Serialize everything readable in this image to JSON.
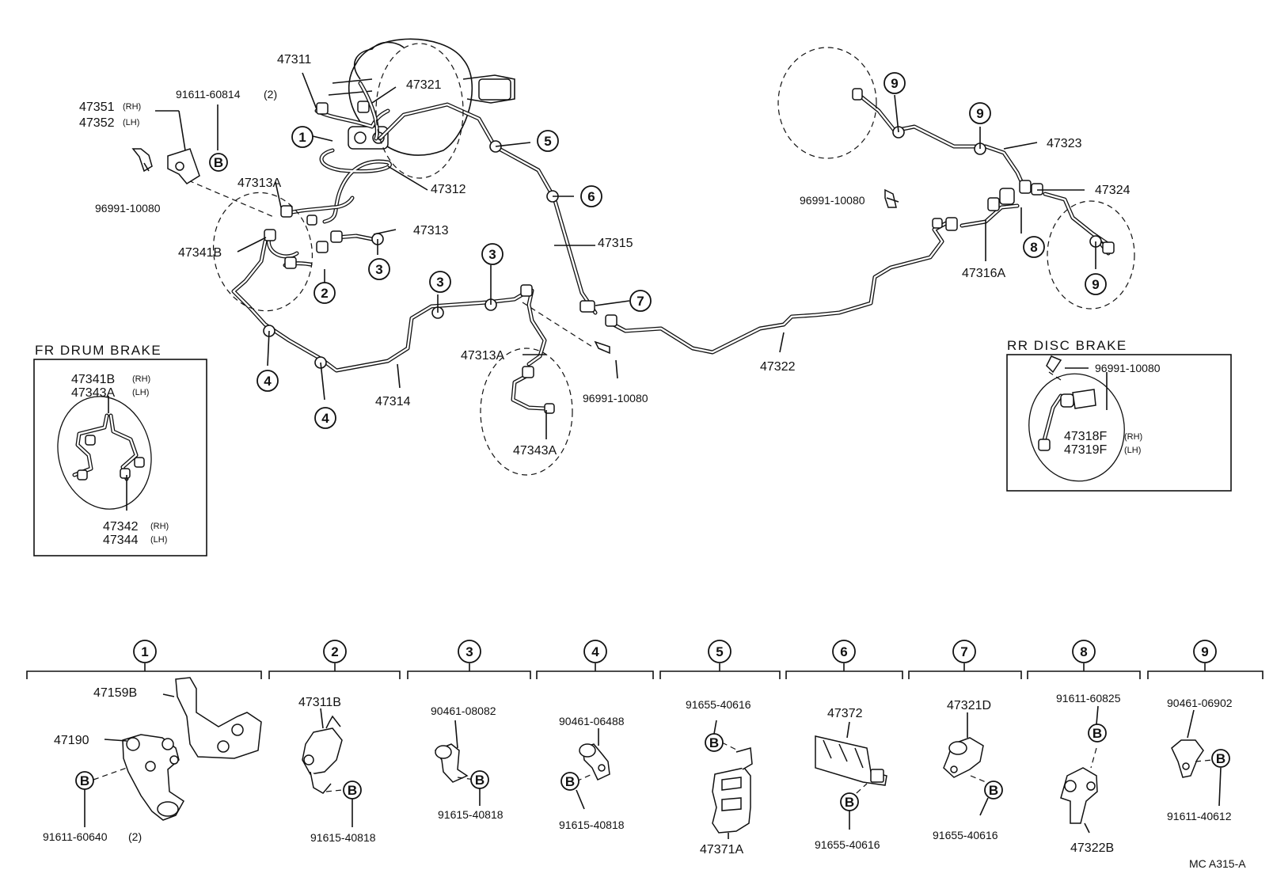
{
  "callouts": {
    "c1": "1",
    "c2": "2",
    "c3": "3",
    "c4": "4",
    "c5": "5",
    "c6": "6",
    "c7": "7",
    "c8": "8",
    "c9": "9",
    "b": "B"
  },
  "parts": {
    "p47311": "47311",
    "p47321": "47321",
    "p47351": "47351",
    "p47352": "47352",
    "rh": "(RH)",
    "lh": "(LH)",
    "p9161160814": "91611-60814",
    "qty2": "(2)",
    "p47313A": "47313A",
    "p47312": "47312",
    "p47313": "47313",
    "p47341B": "47341B",
    "p9699110080": "96991-10080",
    "p47315": "47315",
    "p47314": "47314",
    "p47323": "47323",
    "p47324": "47324",
    "p47316A": "47316A",
    "p47322": "47322",
    "p47343A": "47343A",
    "p47342": "47342",
    "p47344": "47344",
    "p47343A_lh": "47343A",
    "p47318F": "47318F",
    "p47319F": "47319F",
    "p47159B": "47159B",
    "p47190": "47190",
    "p9161160640": "91611-60640",
    "p47311B": "47311B",
    "p9161540818": "91615-40818",
    "p9046108082": "90461-08082",
    "p9046106488": "90461-06488",
    "p9165540616": "91655-40616",
    "p47371A": "47371A",
    "p47372": "47372",
    "p47321D": "47321D",
    "p9161160825": "91611-60825",
    "p47322B": "47322B",
    "p9046106902": "90461-06902",
    "p9161140612": "91611-40612"
  },
  "sections": {
    "fr_drum": "FR DRUM BRAKE",
    "rr_disc": "RR DISC BRAKE"
  },
  "footer_code": "MC A315-A"
}
